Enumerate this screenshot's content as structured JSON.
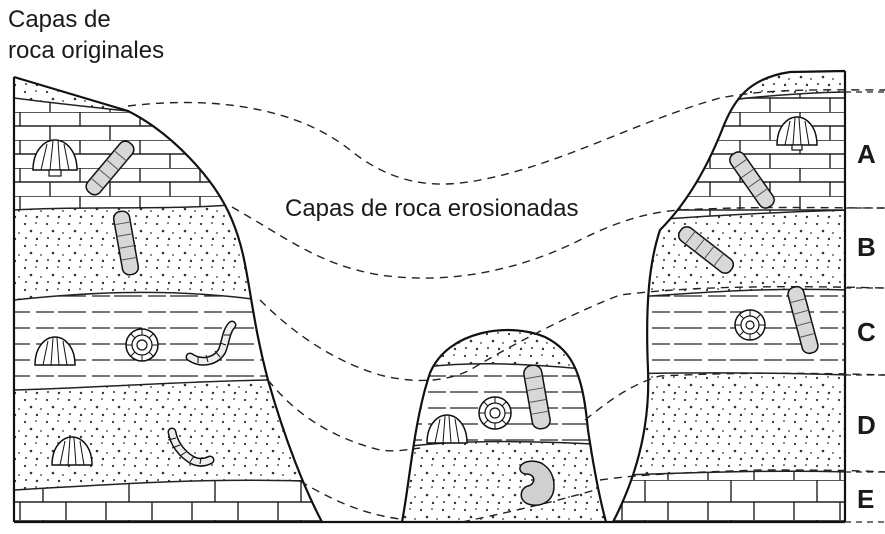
{
  "title": {
    "line1": "Capas de",
    "line2": "roca originales"
  },
  "eroded_label": "Capas de roca erosionadas",
  "layers": [
    {
      "label": "A"
    },
    {
      "label": "B"
    },
    {
      "label": "C"
    },
    {
      "label": "D"
    },
    {
      "label": "E"
    }
  ]
}
